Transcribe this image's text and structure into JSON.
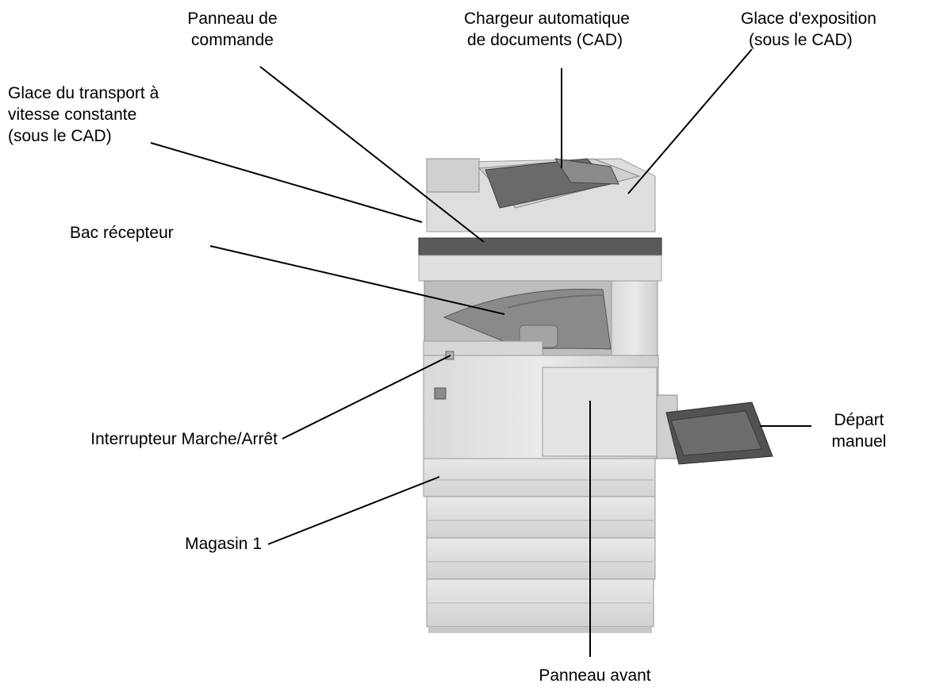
{
  "diagram": {
    "labels": {
      "control_panel": [
        "Panneau de",
        "commande"
      ],
      "adf": [
        "Chargeur automatique",
        "de documents (CAD)"
      ],
      "platen_glass": [
        "Glace d'exposition",
        "(sous le CAD)"
      ],
      "cvt_glass": [
        "Glace du transport à",
        "vitesse constante",
        "(sous le CAD)"
      ],
      "output_tray": [
        "Bac récepteur"
      ],
      "power_switch": [
        "Interrupteur Marche/Arrêt"
      ],
      "bypass_tray": [
        "Départ",
        "manuel"
      ],
      "tray1": [
        "Magasin 1"
      ],
      "front_panel": [
        "Panneau avant"
      ]
    },
    "colors": {
      "ink": "#000000",
      "machine_body": "#e4e4e2",
      "machine_shadow": "#bdbdbb",
      "machine_dark": "#5a5a5a"
    }
  }
}
